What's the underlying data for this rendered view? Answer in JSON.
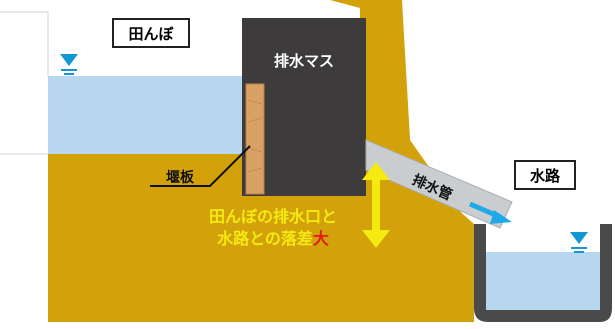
{
  "labels": {
    "paddy": "田んぼ",
    "drain_box": "排水マス",
    "weir": "堰板",
    "drain_pipe": "排水管",
    "channel": "水路",
    "note_line1": "田んぼの排水口と",
    "note_line2_a": "水路との落差",
    "note_line2_b": "大"
  },
  "colors": {
    "soil": "#d3a20a",
    "water": "#b7d7ef",
    "box": "#3d3b3b",
    "weir": "#d9a264",
    "pipe": "#c9cdd0",
    "note_text": "#f5ea10",
    "emphasis": "#e01818",
    "flow_arrow": "#1fa9e6",
    "water_level_icon": "#1296d6"
  },
  "icons": [
    "water-level-icon",
    "water-level-icon",
    "double-arrow-icon",
    "flow-arrow-icon"
  ]
}
